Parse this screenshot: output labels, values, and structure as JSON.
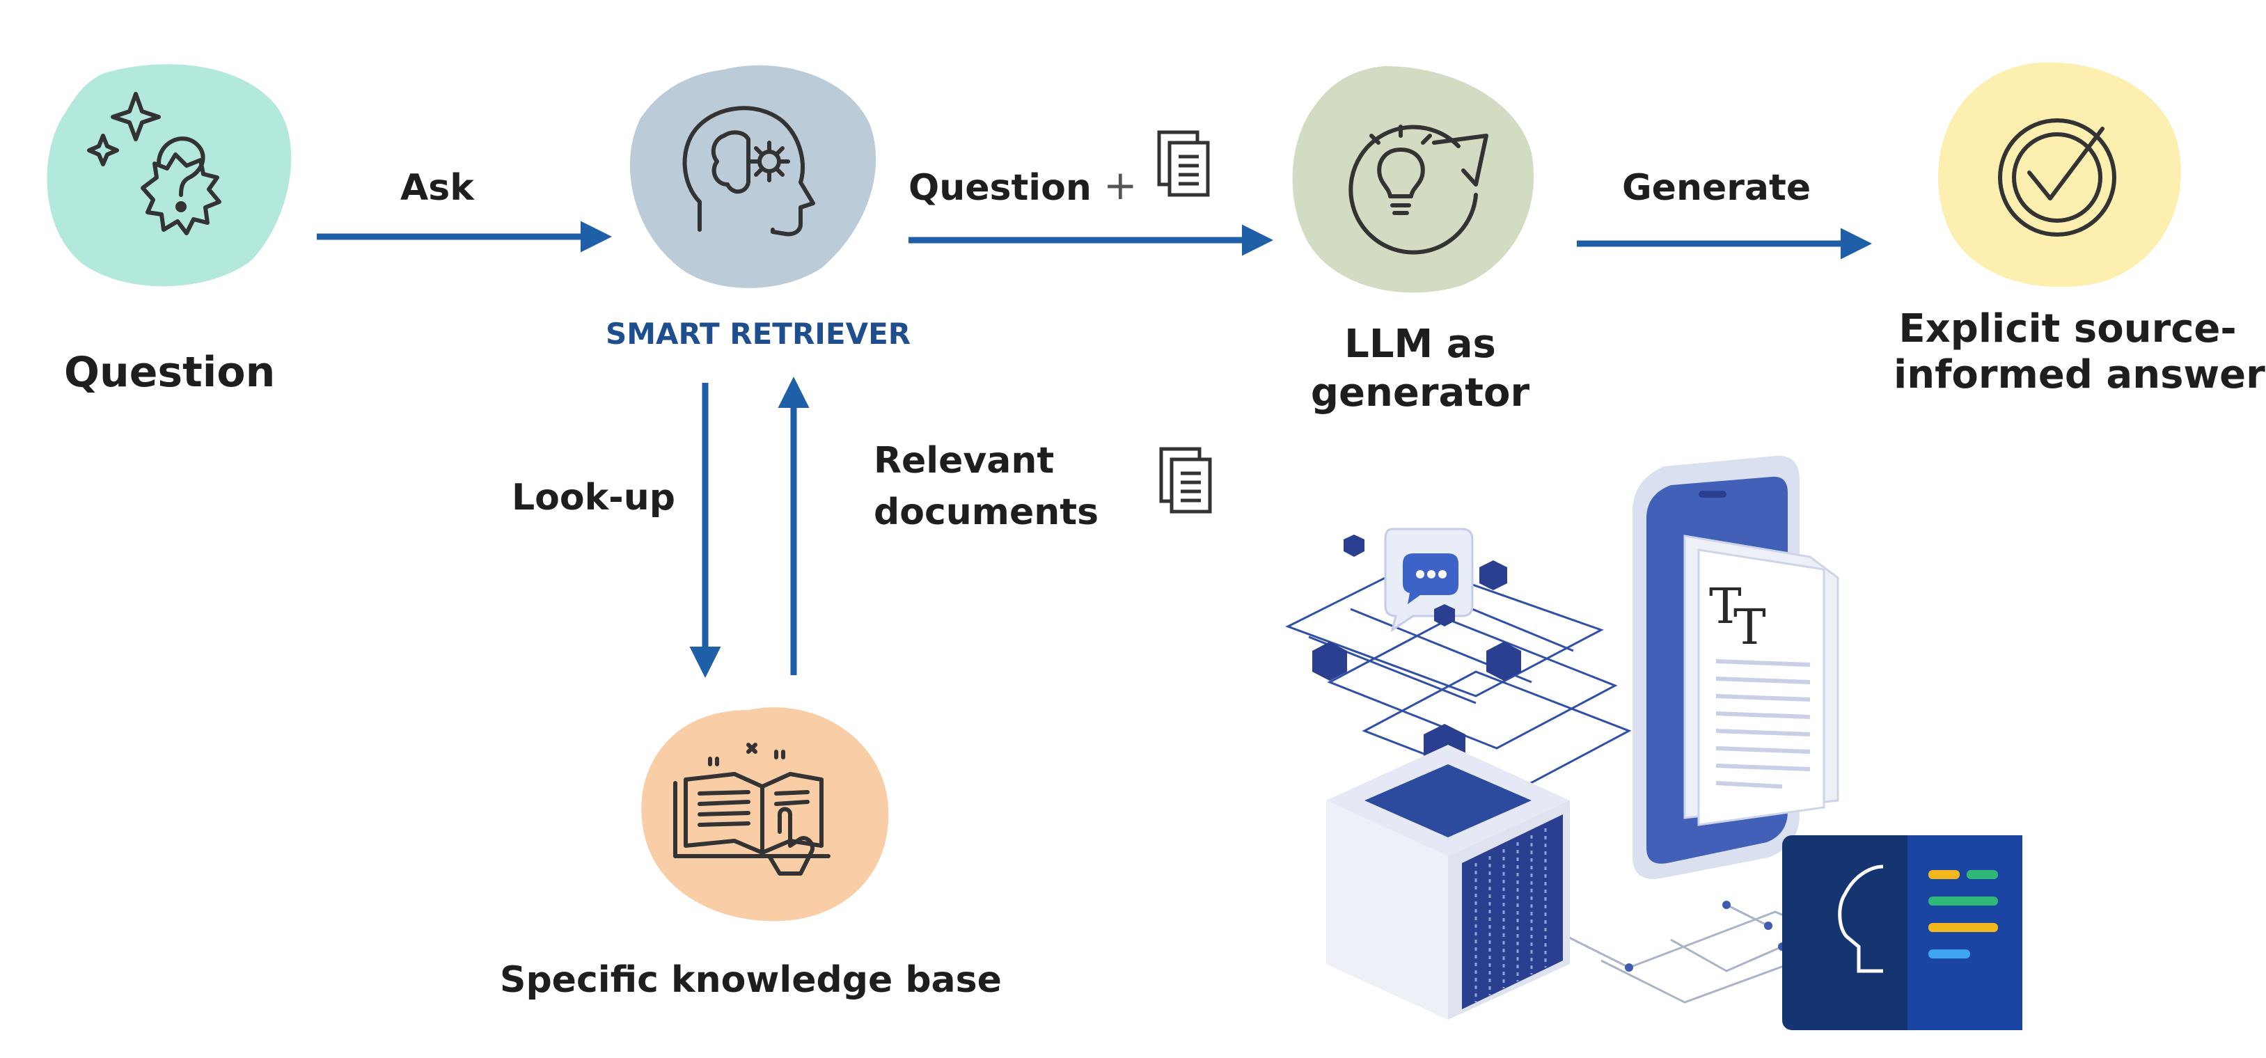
{
  "nodes": {
    "question": {
      "label": "Question"
    },
    "retriever": {
      "label": "SMART RETRIEVER"
    },
    "llm": {
      "label_line1": "LLM as",
      "label_line2": "generator"
    },
    "answer": {
      "label_line1": "Explicit source-",
      "label_line2": "informed answer"
    },
    "knowledge_base": {
      "label": "Specific knowledge base"
    }
  },
  "edges": {
    "ask": "Ask",
    "question_plus_docs": "Question",
    "plus_sign": "+",
    "generate": "Generate",
    "lookup": "Look-up",
    "relevant_line1": "Relevant",
    "relevant_line2": "documents"
  },
  "colors": {
    "question_blob": "#b3e8dd",
    "retriever_blob": "#bccbd8",
    "llm_blob": "#d3dcc2",
    "answer_blob": "#fcefb0",
    "knowledge_blob": "#f9cda5",
    "arrow": "#1f5fa8",
    "retriever_label": "#1f4e8f",
    "text": "#1e1e1e"
  },
  "icons": {
    "question": "question-sparkle-icon",
    "retriever": "head-brain-gear-icon",
    "llm": "lightbulb-cycle-icon",
    "answer": "check-badge-icon",
    "knowledge_base": "open-book-hand-icon",
    "documents": "documents-icon"
  }
}
